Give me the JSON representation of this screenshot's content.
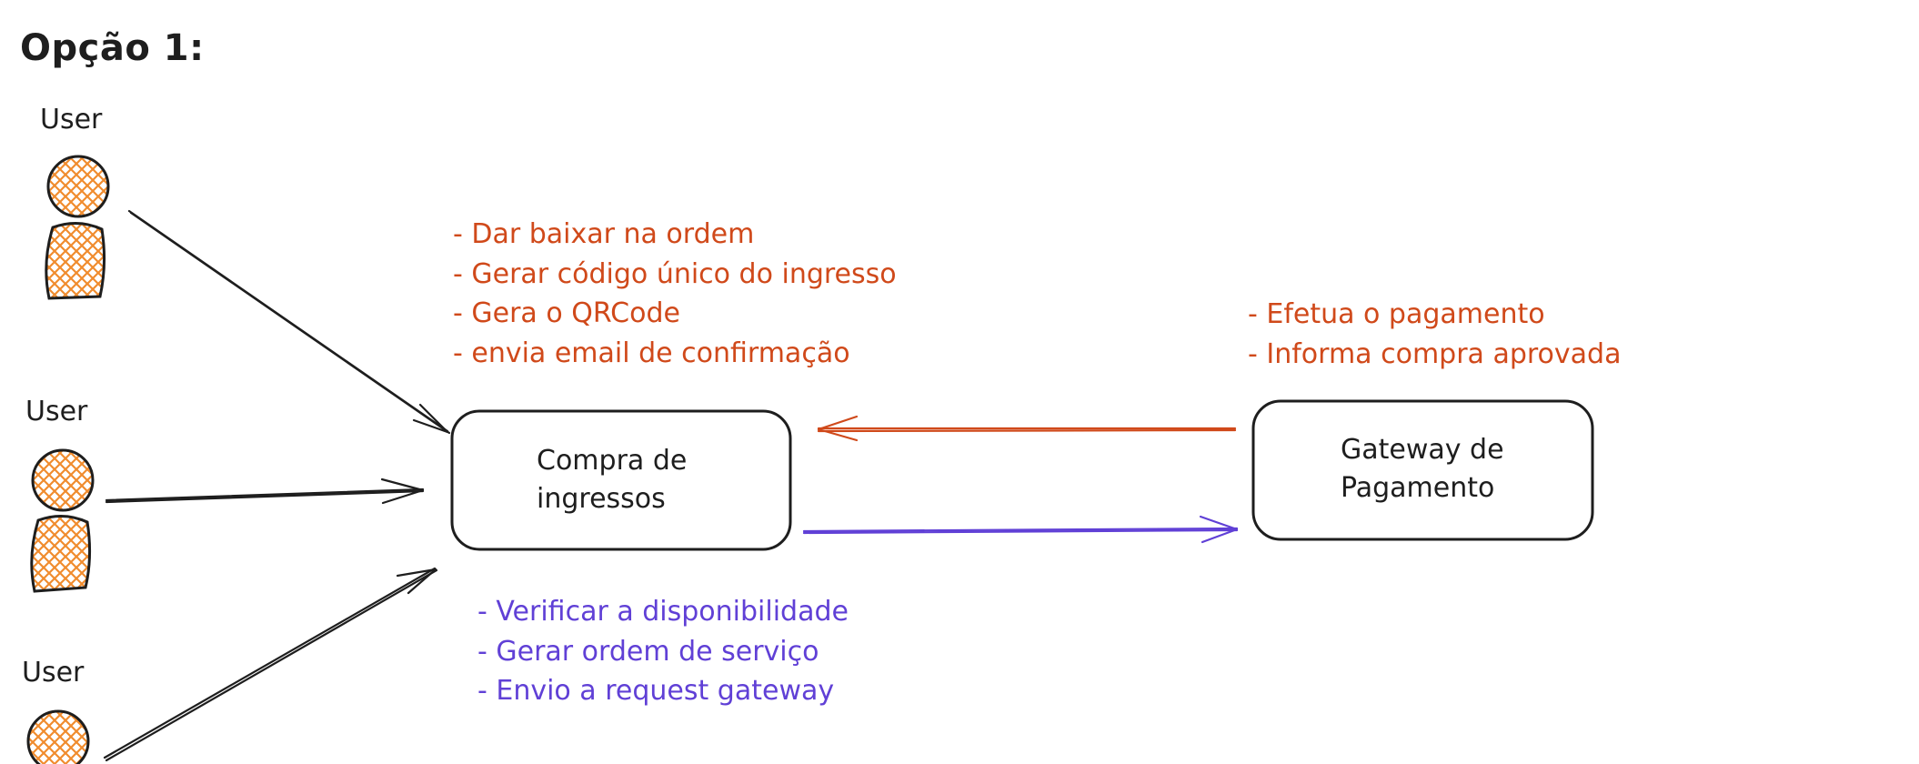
{
  "title": "Opção 1:",
  "users": [
    {
      "label": "User"
    },
    {
      "label": "User"
    },
    {
      "label": "User"
    }
  ],
  "boxes": {
    "compra": {
      "line1": "Compra de",
      "line2": "ingressos"
    },
    "gateway": {
      "line1": "Gateway de",
      "line2": "Pagamento"
    }
  },
  "notes": {
    "orange_top": [
      "- Dar baixar na ordem",
      "- Gerar código único do ingresso",
      "- Gera o QRCode",
      "- envia email de confirmação"
    ],
    "orange_gateway": [
      "- Efetua o pagamento",
      "- Informa compra aprovada"
    ],
    "purple": [
      "- Verificar a disponibilidade",
      "- Gerar ordem de serviço",
      "- Envio a request gateway"
    ]
  },
  "colors": {
    "stroke": "#1e1e1e",
    "user_fill": "#f08c2e",
    "orange": "#d0491a",
    "purple": "#6040d6"
  }
}
